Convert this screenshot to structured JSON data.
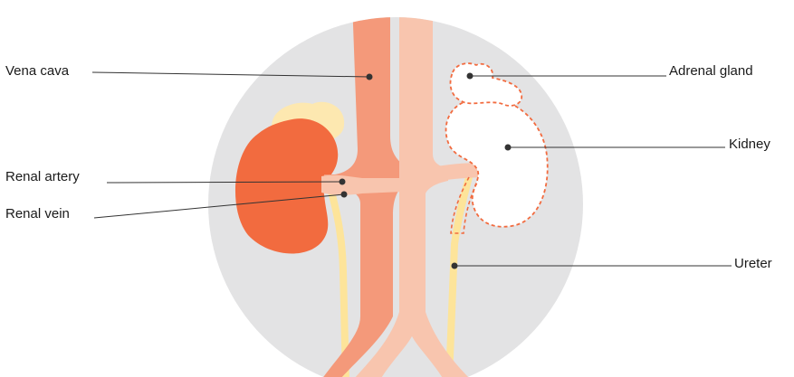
{
  "labels": {
    "vena_cava": "Vena cava",
    "renal_artery": "Renal artery",
    "renal_vein": "Renal vein",
    "adrenal_gland": "Adrenal gland",
    "kidney": "Kidney",
    "ureter": "Ureter"
  },
  "colors": {
    "background_circle": "#e3e3e4",
    "vena_cava": "#f4997a",
    "aorta": "#f8c5ae",
    "kidney_left": "#f26b3f",
    "adrenal_left": "#fde8b0",
    "ureter": "#fde49a",
    "removed_outline": "#f26b3f",
    "leader_line": "#333333"
  }
}
